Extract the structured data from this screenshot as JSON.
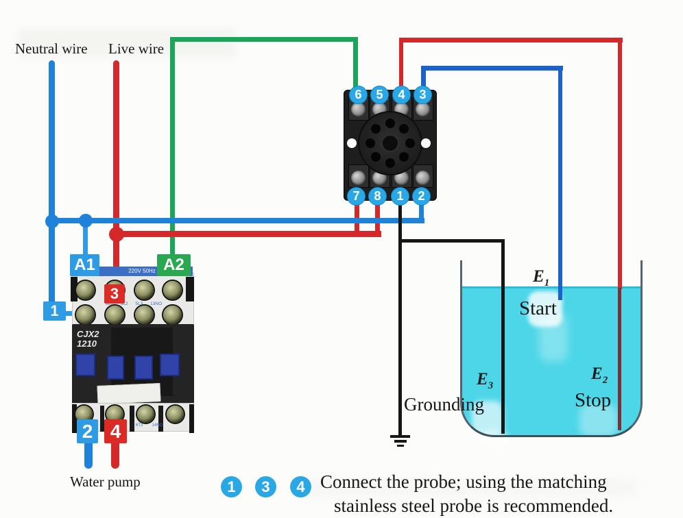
{
  "colors": {
    "blue": "#1e82da",
    "blueLight": "#2e9ce4",
    "blueDeep": "#1b63c6",
    "red": "#d4282a",
    "redDark": "#7e2e37",
    "green": "#1ba558",
    "greenTag": "#2aa750",
    "blackWire": "#161616",
    "water": "#4cd6e8",
    "waterEdge": "#29bcd4",
    "pinBlue": "#2aa8e6",
    "tagBlue": "#2e9ce4",
    "tagRed": "#dc2a24",
    "buttonBlue": "#3043a8",
    "text": "#161616"
  },
  "top_labels": {
    "neutral": "Neutral wire",
    "live": "Live wire"
  },
  "relay": {
    "top_pins": [
      "6",
      "5",
      "4",
      "3"
    ],
    "bottom_pins": [
      "7",
      "8",
      "1",
      "2"
    ]
  },
  "contactor": {
    "stripe": "220V 50Hz",
    "model_line1": "CJX2",
    "model_line2": "1210",
    "row_markings": "1L1      3L2      5L3      13NO",
    "bottom_markings": "6T3        14NO",
    "tags": {
      "a1": "A1",
      "a2": "A2",
      "three": "3",
      "one": "1",
      "two": "2",
      "four": "4"
    },
    "caption": "Water pump"
  },
  "tank": {
    "grounding": "Grounding",
    "probes": {
      "e1": {
        "letter": "E",
        "sub": "1",
        "caption": "Start"
      },
      "e2": {
        "letter": "E",
        "sub": "2",
        "caption": "Stop"
      },
      "e3": {
        "letter": "E",
        "sub": "3"
      }
    }
  },
  "note": {
    "badges": [
      "1",
      "3",
      "4"
    ],
    "line1": "Connect the probe; using the matching",
    "line2": "stainless steel probe is recommended."
  }
}
